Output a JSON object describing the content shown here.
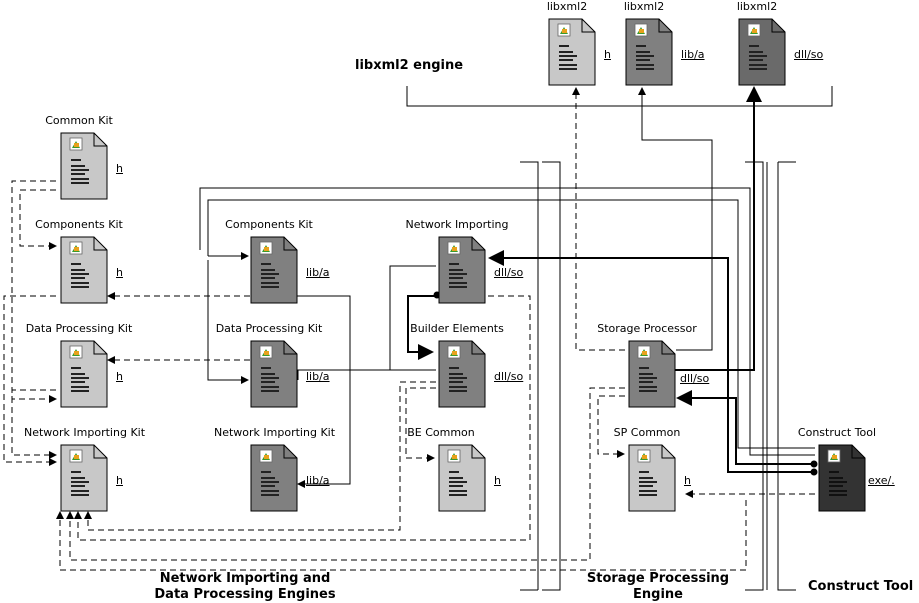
{
  "libxml2": {
    "engine_label": "libxml2 engine",
    "nodes": [
      {
        "title": "libxml2",
        "ext": "h",
        "shade": "light"
      },
      {
        "title": "libxml2",
        "ext": "lib/a",
        "shade": "mid"
      },
      {
        "title": "libxml2",
        "ext": "dll/so",
        "shade": "dark"
      }
    ]
  },
  "kits": [
    {
      "title": "Common Kit",
      "ext": "h",
      "shade": "light"
    },
    {
      "title": "Components Kit",
      "ext": "h",
      "shade": "light"
    },
    {
      "title": "Data Processing Kit",
      "ext": "h",
      "shade": "light"
    },
    {
      "title": "Network Importing Kit",
      "ext": "h",
      "shade": "light"
    }
  ],
  "libs": [
    {
      "title": "Components Kit",
      "ext": "lib/a",
      "shade": "mid"
    },
    {
      "title": "Data Processing Kit",
      "ext": "lib/a",
      "shade": "mid"
    },
    {
      "title": "Network Importing Kit",
      "ext": "lib/a",
      "shade": "mid"
    }
  ],
  "network": [
    {
      "title": "Network Importing",
      "ext": "dll/so",
      "shade": "mid"
    },
    {
      "title": "Builder Elements",
      "ext": "dll/so",
      "shade": "mid"
    },
    {
      "title": "BE Common",
      "ext": "h",
      "shade": "light"
    }
  ],
  "storage": [
    {
      "title": "Storage Processor",
      "ext": "dll/so",
      "shade": "mid"
    },
    {
      "title": "SP Common",
      "ext": "h",
      "shade": "light"
    }
  ],
  "construct": {
    "title": "Construct Tool",
    "ext": "exe/.",
    "shade": "black"
  },
  "engines": {
    "network_line1": "Network Importing and",
    "network_line2": "Data Processing Engines",
    "storage_line1": "Storage Processing",
    "storage_line2": "Engine",
    "construct": "Construct Tool"
  },
  "colors": {
    "light": "#c8c8c8",
    "mid": "#808080",
    "dark": "#6a6a6a",
    "black": "#333333"
  }
}
